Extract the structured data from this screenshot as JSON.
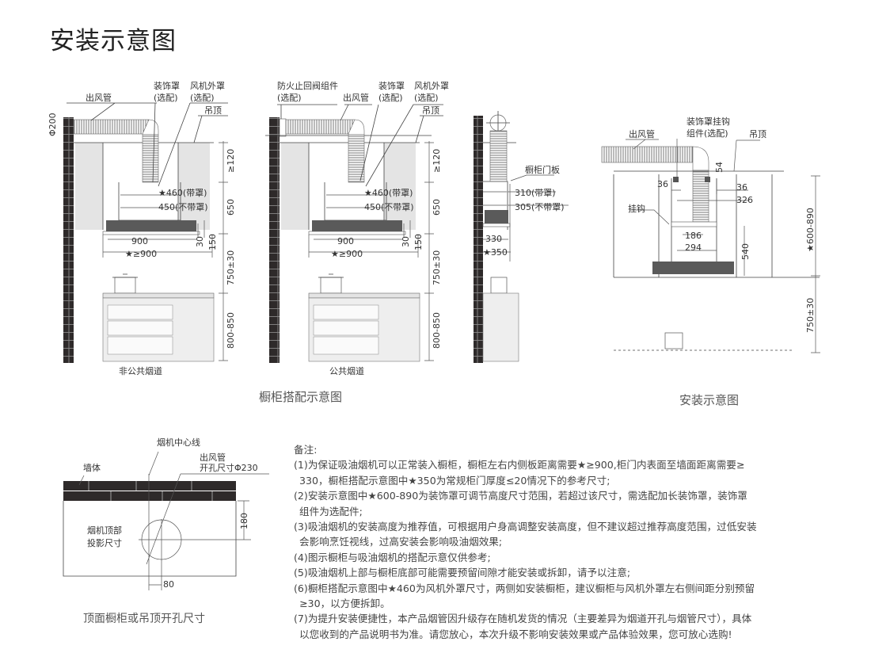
{
  "page_title": "安装示意图",
  "labels": {
    "outlet_pipe": "出风管",
    "deco_cover": "装饰罩",
    "fan_cover": "风机外罩",
    "optional": "(选配)",
    "ceiling": "吊顶",
    "fire_valve": "防火止回阀组件",
    "phi200": "Φ200",
    "ge120": "≥120",
    "d650": "650",
    "d750": "750±30",
    "d800": "800-850",
    "w460": "★460(带罩)",
    "w450": "450(不带罩)",
    "w900": "900",
    "wge900": "★≥900",
    "d30": "30",
    "d150": "150",
    "non_public_flue": "非公共烟道",
    "public_flue": "公共烟道",
    "cabinet_door": "橱柜门板",
    "d310": "310(带罩)",
    "d305": "305(不带罩)",
    "d330": "330",
    "d350": "★350",
    "cabinet_caption": "橱柜搭配示意图",
    "hook_assembly_1": "装饰罩挂钩",
    "hook_assembly_2": "组件(选配)",
    "hook": "挂钩",
    "d36a": "36",
    "d36b": "36",
    "d326": "326",
    "d54": "54",
    "d186": "186",
    "d294": "294",
    "d540": "540",
    "d600_890": "★600-890",
    "install_caption": "安装示意图",
    "hood_centerline": "烟机中心线",
    "wall": "墙体",
    "hole_1": "出风管",
    "hole_2": "开孔尺寸Φ230",
    "projection_1": "烟机顶部",
    "projection_2": "投影尺寸",
    "d180": "180",
    "d80": "80",
    "hole_caption": "顶面橱柜或吊顶开孔尺寸"
  },
  "notes": {
    "heading": "备注:",
    "lines": [
      "(1)为保证吸油烟机可以正常装入橱柜，橱柜左右内侧板距离需要★≥900,柜门内表面至墙面距离需要≥",
      "330，橱柜搭配示意图中★350为常规柜门厚度≤20情况下的参考尺寸;",
      "(2)安装示意图中★600-890为装饰罩可调节高度尺寸范围，若超过该尺寸，需选配加长装饰罩，装饰罩",
      "组件为选配件;",
      "(3)吸油烟机的安装高度为推荐值，可根据用户身高调整安装高度，但不建议超过推荐高度范围，过低安装",
      "会影响烹饪视线，过高安装会影响吸油烟效果;",
      "(4)图示橱柜与吸油烟机的搭配示意仅供参考;",
      "(5)吸油烟机上部与橱柜底部可能需要预留间隙才能安装或拆卸，请予以注意;",
      "(6)橱柜搭配示意图中★460为风机外罩尺寸，两侧如安装橱柜，建议橱柜与风机外罩左右侧间距分别预留",
      "≥30，以方便拆卸。",
      "(7)为提升安装便捷性，本产品烟管因升级存在随机发货的情况（主要差异为烟道开孔与烟管尺寸），具体",
      "以您收到的产品说明书为准。请您放心，本次升级不影响安装效果或产品体验效果，您可放心选购!"
    ]
  },
  "colors": {
    "wall": "#2e2a2a",
    "cabinet": "#e4e4e4",
    "hood_panel": "#5a5a5a"
  }
}
